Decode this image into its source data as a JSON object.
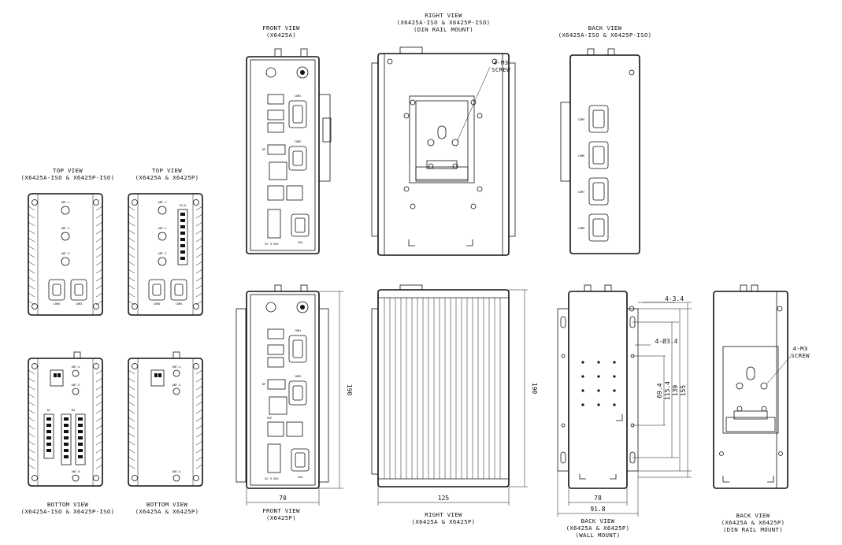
{
  "views": {
    "top_iso": {
      "title": "TOP VIEW",
      "subtitle": "(X6425A-ISO & X6425P-ISO)",
      "labels": [
        "ANT.1",
        "ANT.2",
        "ANT.3",
        "COM4",
        "COM3"
      ]
    },
    "top_std": {
      "title": "TOP VIEW",
      "subtitle": "(X6425A & X6425P)",
      "labels": [
        "ANT.1",
        "ANT.2",
        "ANT.3",
        "DI/O",
        "COM4",
        "COM3"
      ]
    },
    "bottom_iso": {
      "title": "BOTTOM VIEW",
      "subtitle": "(X6425A-ISO & X6425P-ISO)",
      "labels": [
        "ANT.4",
        "ANT.5",
        "ANT.6",
        "DI",
        "DO"
      ]
    },
    "bottom_std": {
      "title": "BOTTOM VIEW",
      "subtitle": "(X6425A & X6425P)",
      "labels": [
        "ANT.4",
        "ANT.5",
        "ANT.6"
      ]
    },
    "front_a": {
      "title": "FRONT VIEW",
      "subtitle": "(X6425A)",
      "labels": [
        "COM1",
        "COM2",
        "DP",
        "VGA",
        "DC 9-36V"
      ]
    },
    "front_p": {
      "title": "FRONT VIEW",
      "subtitle": "(X6425P)",
      "labels": [
        "COM1",
        "COM2",
        "DP",
        "VGA",
        "PoE",
        "DC 9-36V"
      ],
      "dims": {
        "height": "190",
        "width": "70"
      }
    },
    "right_din": {
      "title": "RIGHT VIEW",
      "subtitle": "(X6425A-ISO & X6425P-ISO)",
      "subtitle2": "(DIN RAIL MOUNT)",
      "callout": [
        "4-M3",
        "SCREW"
      ]
    },
    "right_std": {
      "title": "RIGHT VIEW",
      "subtitle": "(X6425A & X6425P)",
      "dims": {
        "height": "190",
        "width": "125"
      }
    },
    "back_iso": {
      "title": "BACK VIEW",
      "subtitle": "(X6425A-ISO & X6425P-ISO)",
      "labels": [
        "COM5",
        "COM6",
        "COM7",
        "COM8"
      ]
    },
    "back_wall": {
      "title": "BACK VIEW",
      "subtitle": "(X6425A & X6425P)",
      "subtitle2": "(WALL MOUNT)",
      "dims": {
        "holes": "4-3.4",
        "hole_dia": "4-Ø3.4",
        "v1": "69.4",
        "v2": "115.4",
        "v3": "139",
        "v4": "155",
        "w1": "78",
        "w2": "91.8"
      }
    },
    "back_din": {
      "title": "BACK VIEW",
      "subtitle": "(X6425A & X6425P)",
      "subtitle2": "(DIN RAIL MOUNT)",
      "callout": [
        "4-M3",
        "SCREW"
      ]
    }
  }
}
